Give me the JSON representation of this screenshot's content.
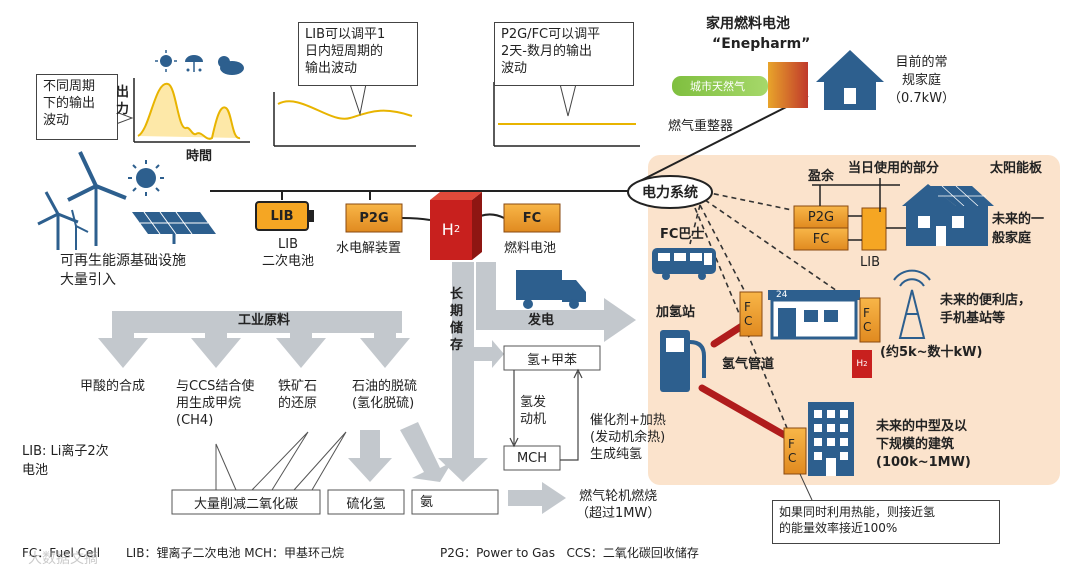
{
  "colors": {
    "orange": "#f5a623",
    "orange_dark": "#c8741a",
    "red": "#c8201e",
    "blue": "#2d5f8e",
    "arrow_grey": "#c3c8cd",
    "peach_bg": "#fbe3cc",
    "yellow_line": "#e8b400"
  },
  "callouts": {
    "periods": "不同周期\n下的输出\n波动",
    "lib_smooth": "LIB可以调平1\n日内短周期的\n输出波动",
    "p2g_smooth": "P2G/FC可以调平\n2天-数月的输出\n波动"
  },
  "graph": {
    "ylabel": "出力",
    "xlabel": "時間"
  },
  "enefarm": {
    "title": "家用燃料电池",
    "name": "“Enepharm”",
    "gas_pipe": "城市天然气",
    "reformer": "燃气重整器",
    "home": "目前的常\n规家庭\n（0.7kW）"
  },
  "renewables": {
    "label": "可再生能源基础设施\n大量引入"
  },
  "components": {
    "lib": "LIB",
    "lib_caption": "LIB\n二次电池",
    "p2g": "P2G",
    "p2g_caption": "水电解装置",
    "h2": "H",
    "h2_sub": "2",
    "fc": "FC",
    "fc_caption": "燃料电池"
  },
  "grid": {
    "power_system": "电力系统"
  },
  "future_home": {
    "surplus": "盈余",
    "used_today": "当日使用的部分",
    "solar_panel": "太阳能板",
    "p2g": "P2G",
    "fc": "FC",
    "lib": "LIB",
    "label": "未来的一\n般家庭"
  },
  "fc_bus": "FC巴士",
  "hydrogen_station": "加氢站",
  "hydrogen_pipeline": "氢气管道",
  "store": {
    "sign": "24",
    "fc": "FC",
    "label": "未来的便利店，\n手机基站等",
    "power": "(约5k~数十kW)"
  },
  "building": {
    "fc": "FC",
    "label": "未来的中型及以\n下规模的建筑\n(100k~1MW)",
    "note": "如果同时利用热能，则接近氢\n的能量效率接近100%"
  },
  "flows": {
    "industrial": "工业原料",
    "long_term": "长\n期\n储\n存",
    "power_gen": "发电"
  },
  "industry": {
    "formic": "甲酸的合成",
    "ccs_methane": "与CCS结合使\n用生成甲烷\n(CH4)",
    "iron_ore": "铁矿石\n的还原",
    "desulfur": "石油的脱硫\n(氢化脱硫)",
    "co2_cut": "大量削减二氧化碳",
    "h2s": "硫化氢",
    "ammonia": "氨"
  },
  "mch_cycle": {
    "h2_toluene": "氢+甲苯",
    "h2_engine": "氢发\n动机",
    "mch": "MCH",
    "catalyst": "催化剂+加热\n(发动机余热)\n生成纯氢"
  },
  "turbine": "燃气轮机燃烧\n（超过1MW）",
  "lib_note": "LIB: Li离子2次\n电池",
  "legend": {
    "fc": "FC：Fuel Cell",
    "lib_mch": "LIB：锂离子二次电池 MCH：甲基环己烷",
    "p2g_ccs": "P2G：Power to Gas   CCS：二氧化碳回收储存"
  },
  "watermark": "大数据文摘"
}
